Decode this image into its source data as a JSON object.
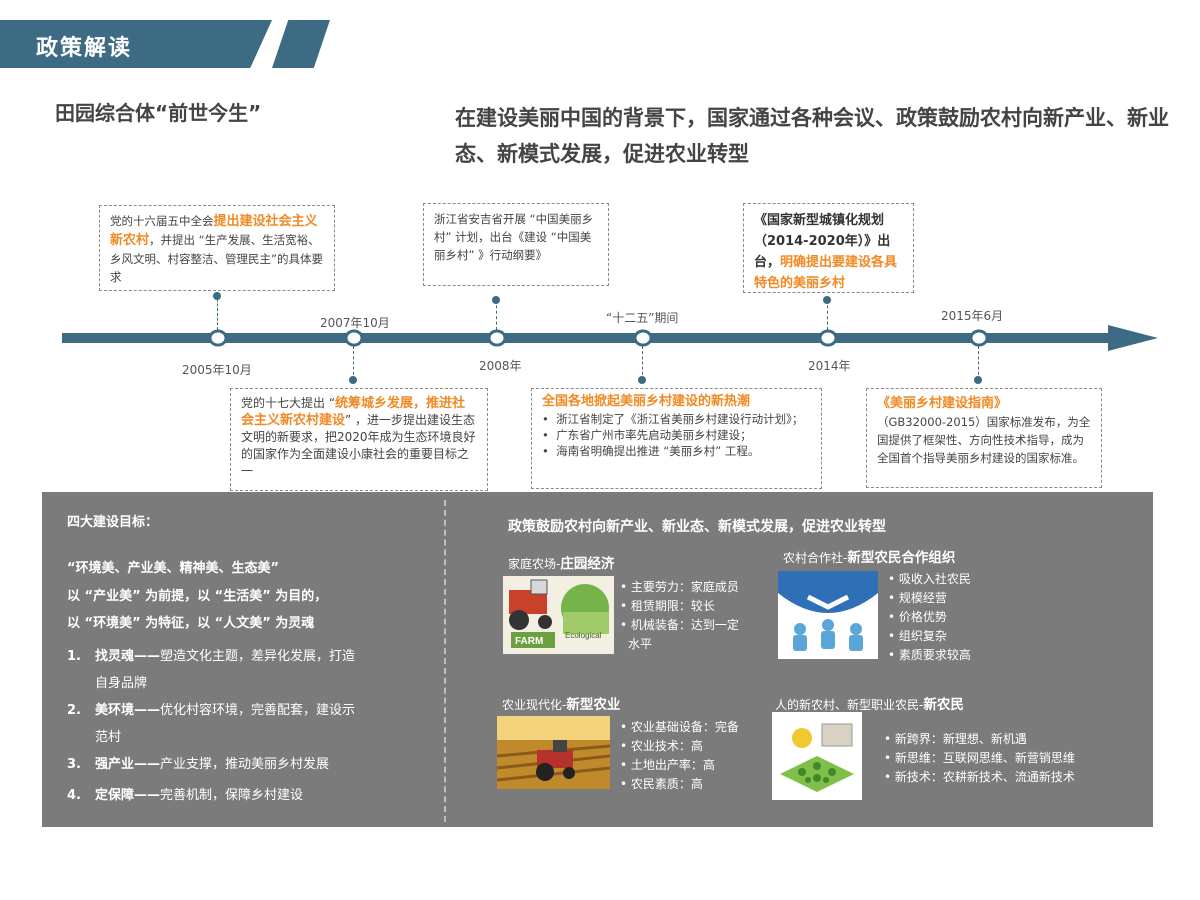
{
  "header": {
    "banner": "政策解读"
  },
  "section_title": "田园综合体“前世今生”",
  "headline": "在建设美丽中国的背景下，国家通过各种会议、政策鼓励农村向新产业、新业态、新模式发展，促进农业转型",
  "timeline": {
    "years": [
      "2005年10月",
      "2007年10月",
      "2008年",
      "“十二五”期间",
      "2014年",
      "2015年6月"
    ],
    "box1": {
      "pre": "党的十六届五中全会",
      "hl": "提出建设社会主义新农村",
      "post": "，并提出 “生产发展、生活宽裕、乡风文明、村容整洁、管理民主”的具体要求"
    },
    "box2": {
      "pre": "党的十七大提出 “",
      "hl": "统筹城乡发展，推进社会主义新农村建设",
      "post": "” ，进一步提出建设生态文明的新要求，把2020年成为生态环境良好的国家作为全面建设小康社会的重要目标之一"
    },
    "box3": {
      "text": "浙江省安吉省开展 “中国美丽乡村” 计划，出台《建设 “中国美丽乡村” 》行动纲要》"
    },
    "box4": {
      "title": "全国各地掀起美丽乡村建设的新热潮",
      "items": [
        "浙江省制定了《浙江省美丽乡村建设行动计划》；",
        "广东省广州市率先启动美丽乡村建设；",
        "海南省明确提出推进 “美丽乡村” 工程。"
      ]
    },
    "box5": {
      "title": "《国家新型城镇化规划（2014-2020年）》出台，",
      "hl": "明确提出要建设各具特色的美丽乡村"
    },
    "box6": {
      "title": "《美丽乡村建设指南》",
      "text": "（GB32000-2015）国家标准发布，为全国提供了框架性、方向性技术指导，成为全国首个指导美丽乡村建设的国家标准。"
    }
  },
  "left_panel": {
    "heading": "四大建设目标：",
    "slogan": "“环境美、产业美、精神美、生态美”",
    "line2": "以 “产业美” 为前提，以 “生活美” 为目的，",
    "line3": "以 “环境美” 为特征，以 “人文美” 为灵魂",
    "goals": [
      {
        "num": "1.",
        "key": "找灵魂——",
        "desc": "塑造文化主题，差异化发展，打造",
        "desc2": "自身品牌"
      },
      {
        "num": "2.",
        "key": "美环境——",
        "desc": "优化村容环境，完善配套，建设示",
        "desc2": "范村"
      },
      {
        "num": "3.",
        "key": "强产业——",
        "desc": "产业支撑，推动美丽乡村发展",
        "desc2": ""
      },
      {
        "num": "4.",
        "key": "定保障——",
        "desc": "完善机制，保障乡村建设",
        "desc2": ""
      }
    ]
  },
  "right_panel": {
    "heading": "政策鼓励农村向新产业、新业态、新模式发展，促进农业转型",
    "blocks": [
      {
        "pre": "家庭农场-",
        "bold": "庄园经济",
        "items": [
          "主要劳力：家庭成员",
          "租赁期限：较长",
          "机械装备：达到一定",
          "水平"
        ],
        "pic_labels": [
          "FARM",
          "Ecological"
        ]
      },
      {
        "pre": "农村合作社-",
        "bold": "新型农民合作组织",
        "items": [
          "吸收入社农民",
          "规模经营",
          "价格优势",
          "组织复杂",
          "素质要求较高"
        ]
      },
      {
        "pre": "农业现代化-",
        "bold": "新型农业",
        "items": [
          "农业基础设备：完备",
          "农业技术：高",
          "土地出产率：高",
          "农民素质：高"
        ]
      },
      {
        "pre": "人的新农村、新型职业农民-",
        "bold": "新农民",
        "items": [
          "新跨界：新理想、新机遇",
          "新思维：互联网思维、新营销思维",
          "新技术：农耕新技术、流通新技术"
        ]
      }
    ]
  },
  "colors": {
    "brand": "#3d6b83",
    "accent": "#f08a24",
    "panel": "#7b7b7b"
  }
}
